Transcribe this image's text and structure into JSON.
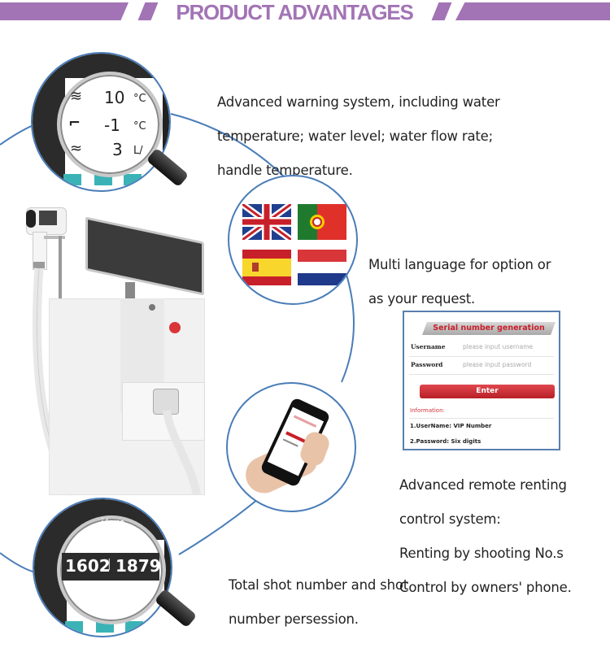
{
  "banner": {
    "title": "PRODUCT ADVANTAGES",
    "color": "#a274b5"
  },
  "features": [
    {
      "id": "warning-system",
      "lines": [
        "Advanced warning system, including water",
        "temperature; water level; water flow rate;",
        "handle temperature."
      ],
      "readings": [
        {
          "icon": "water-temperature-icon",
          "value": "10",
          "unit": "°C"
        },
        {
          "icon": "handle-temperature-icon",
          "value": "-1",
          "unit": "°C"
        },
        {
          "icon": "water-flow-icon",
          "value": "3",
          "unit": "L/"
        }
      ]
    },
    {
      "id": "multi-language",
      "lines": [
        "Multi language for option or",
        "as your request."
      ],
      "flags": [
        "United Kingdom",
        "Portugal",
        "Spain",
        "Netherlands"
      ]
    },
    {
      "id": "remote-renting",
      "lines": [
        "Advanced remote renting",
        "control system:",
        "Renting by shooting No.s",
        "Control by owners' phone."
      ]
    },
    {
      "id": "shot-counter",
      "lines": [
        "Total shot number and shot",
        "number persession."
      ],
      "unit_label": "j/cm",
      "counter_left": "1602",
      "counter_right": "1879"
    }
  ],
  "serial_card": {
    "title": "Serial number generation",
    "username_label": "Username",
    "username_placeholder": "please input username",
    "password_label": "Password",
    "password_placeholder": "please input password",
    "enter_label": "Enter",
    "info_heading": "Information:",
    "info_lines": [
      "1.UserName: VIP Number",
      "2.Password: Six digits"
    ]
  },
  "colors": {
    "accent": "#a274b5",
    "circle_border": "#4a7db8",
    "button_red": "#c8202a",
    "teal": "#3bb3b6"
  }
}
